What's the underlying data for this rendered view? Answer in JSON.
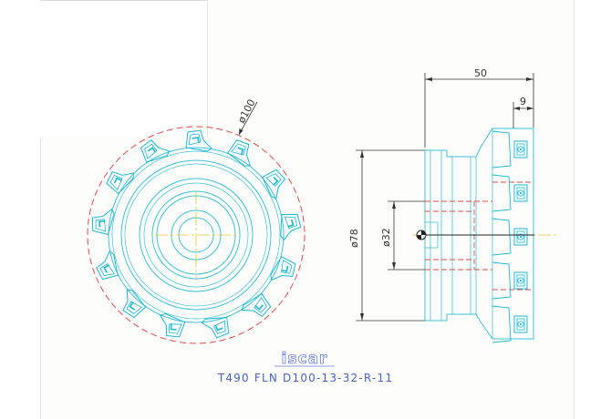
{
  "drawing": {
    "caption": "T490 FLN D100-13-32-R-11",
    "logo_text": "iscar",
    "dimensions": {
      "diameter_outer": "ø100",
      "overall_length": "50",
      "insert_depth": "9",
      "diameter_body": "ø78",
      "diameter_bore": "ø32"
    }
  },
  "colors": {
    "insert": "#19b8d8",
    "body": "#3ec2d8",
    "centerline": "#e3c22c",
    "hidden": "#e04a4a",
    "dimension": "#333333",
    "caption": "#4a62c8",
    "logo": "#6c7fd6"
  },
  "icons": [
    "iscar-logo-icon",
    "center-hole-icon"
  ]
}
